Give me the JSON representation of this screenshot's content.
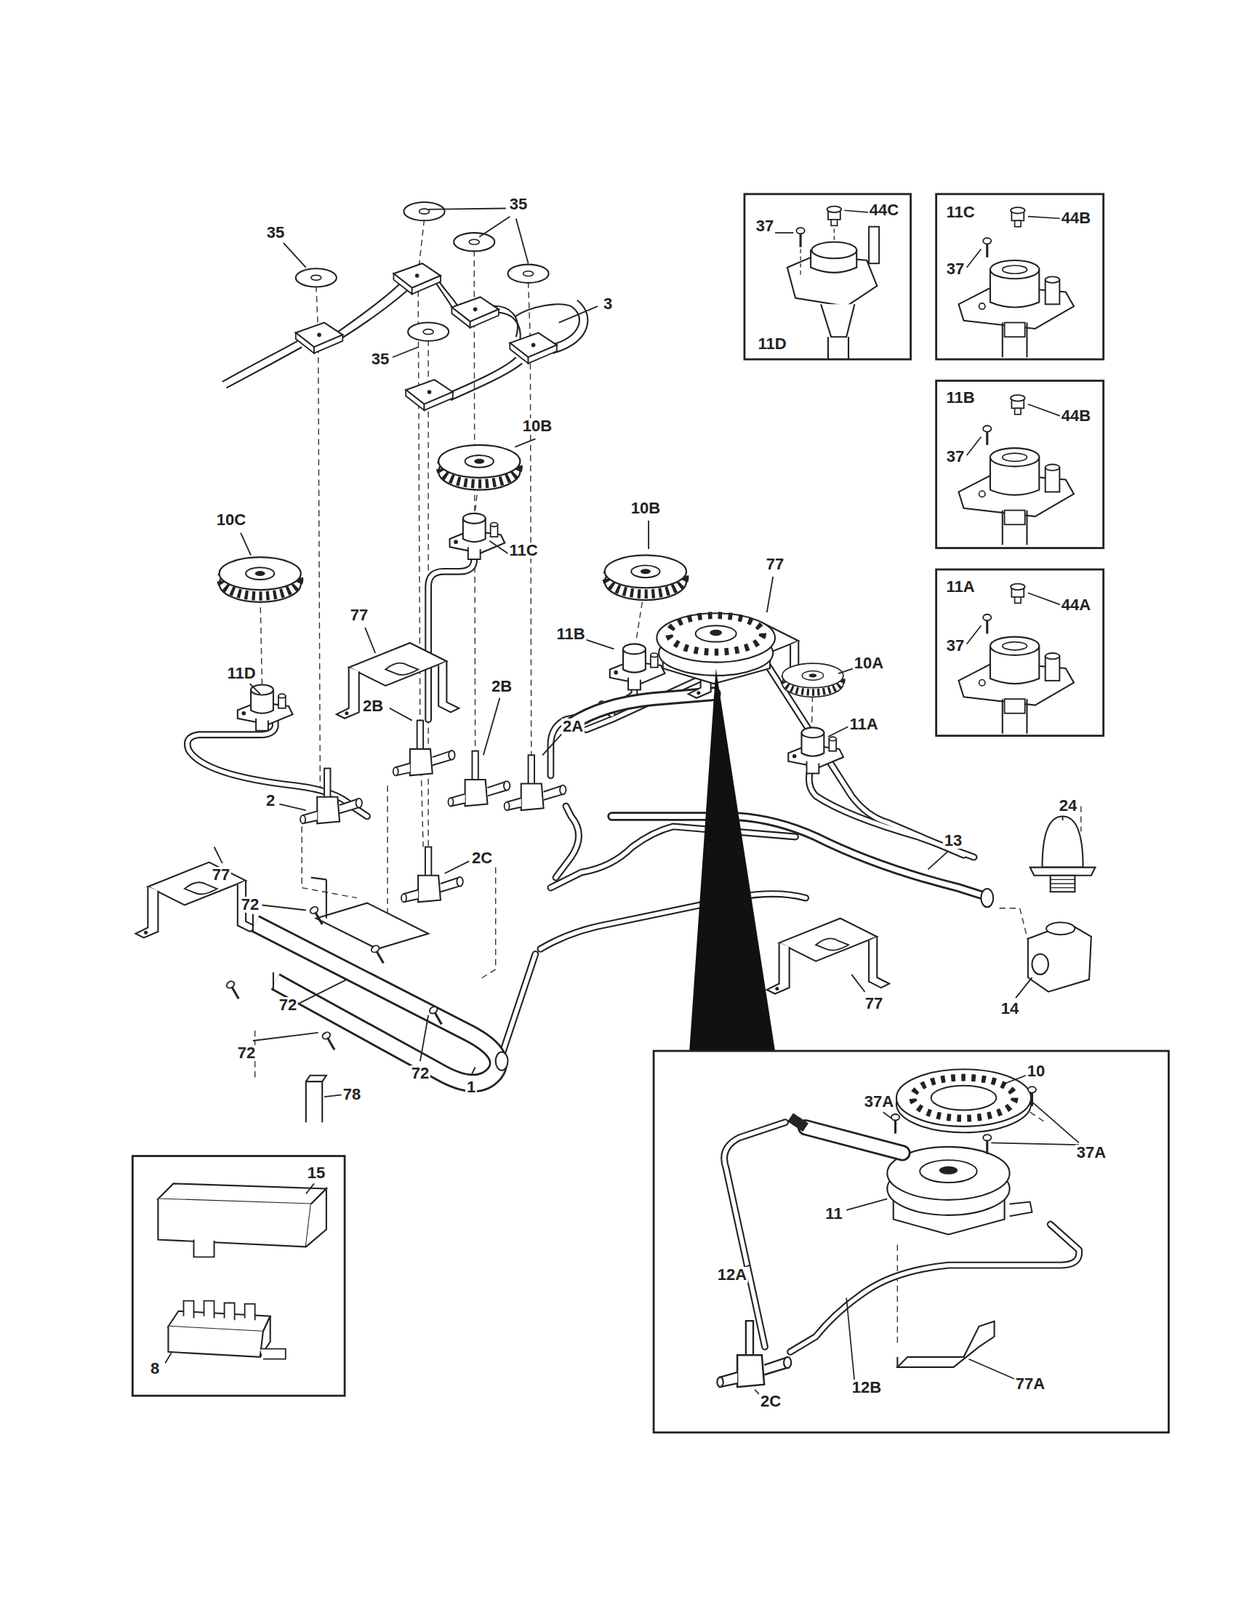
{
  "diagram": {
    "labels": [
      "35",
      "35",
      "37",
      "44C",
      "11C",
      "44B",
      "37",
      "3",
      "11D",
      "35",
      "11B",
      "44B",
      "10B",
      "37",
      "10C",
      "10B",
      "11C",
      "77",
      "11A",
      "44A",
      "77",
      "11B",
      "37",
      "10A",
      "11D",
      "2B",
      "2B",
      "2A",
      "11A",
      "2",
      "24",
      "13",
      "2C",
      "77",
      "72",
      "72",
      "77",
      "14",
      "72",
      "10",
      "72",
      "1",
      "78",
      "37A",
      "37A",
      "15",
      "11",
      "12A",
      "8",
      "12B",
      "77A",
      "2C"
    ]
  }
}
